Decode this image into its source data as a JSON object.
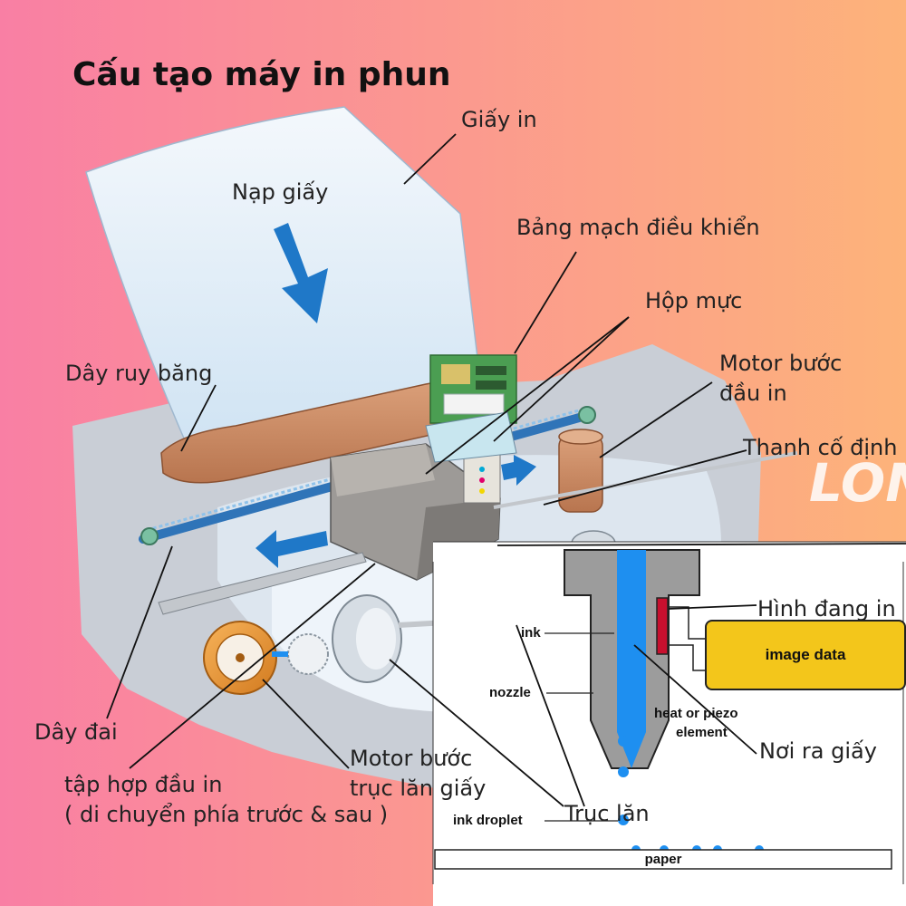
{
  "title": "Cấu tạo máy in phun",
  "labels": {
    "paper_sheet": "Giấy in",
    "paper_feed": "Nạp giấy",
    "control_board": "Bảng mạch điều khiển",
    "ink_cartridge": "Hộp mực",
    "ribbon_cable": "Dây ruy băng",
    "head_motor_line1": "Motor bước",
    "head_motor_line2": "đầu in",
    "fixed_bar": "Thanh cố định",
    "belt": "Dây đai",
    "head_assembly_line1": "tập hợp đầu in",
    "head_assembly_line2": "( di chuyển phía trước & sau )",
    "roller_motor_line1": "Motor bước",
    "roller_motor_line2": "trục lăn giấy",
    "roller": "Trục lăn",
    "printing_image": "Hình đang in",
    "paper_exit": "Nơi ra giấy"
  },
  "inset": {
    "ink": "ink",
    "nozzle": "nozzle",
    "image_data": "image data",
    "element_line1": "heat or piezo",
    "element_line2": "element",
    "ink_droplet": "ink droplet",
    "paper": "paper"
  },
  "watermark": "LON",
  "colors": {
    "bg_left": "#f97fa4",
    "bg_right": "#fdb37a",
    "ink_blue": "#1e8ff0",
    "arrow_blue": "#1f78c8",
    "copper": "#c98b64",
    "image_data_yellow": "#f3c61b",
    "element_red": "#c8102e"
  }
}
